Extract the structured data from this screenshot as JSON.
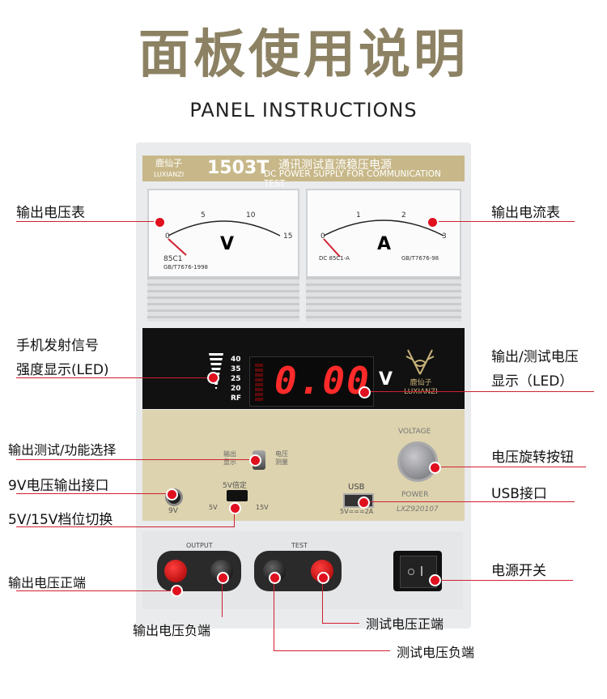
{
  "header": {
    "title_cn": "面板使用说明",
    "title_en": "PANEL INSTRUCTIONS"
  },
  "device": {
    "brand_cn": "鹿仙子",
    "brand_en": "LUXIANZI",
    "model": "1503T",
    "name_cn": "通讯测试直流稳压电源",
    "name_en": "DC POWER SUPPLY FOR COMMUNICATION TEST",
    "voltmeter": {
      "unit": "V",
      "scale": [
        "0",
        "5",
        "10",
        "15"
      ],
      "code": "85C1",
      "std": "GB/T7676-1998"
    },
    "ammeter": {
      "unit": "A",
      "scale": [
        "0",
        "1",
        "2",
        "3"
      ],
      "code": "DC 85C1-A",
      "std": "GB/T7676-98"
    },
    "display": {
      "value": "0.00",
      "unit": "V"
    },
    "signal_levels": [
      "40",
      "35",
      "25",
      "20",
      "RF"
    ],
    "logo_text": "鹿仙子\nLUXIANZI",
    "voltage_knob_label": "VOLTAGE",
    "power_label": "POWER",
    "usb_label": "USB",
    "usb_spec": "5V===2A",
    "serial": "LXZ920107",
    "output_label": "OUTPUT",
    "test_label": "TEST",
    "selector_left": "输出\n显示",
    "selector_right": "电压\n测量",
    "port_9v": "9V",
    "switch_5v": "5V倍定",
    "switch_left": "5V",
    "switch_right": "15V"
  },
  "labels": {
    "voltmeter": "输出电压表",
    "ammeter": "输出电流表",
    "signal_line1": "手机发射信号",
    "signal_line2": "强度显示(LED)",
    "display_line1": "输出/测试电压",
    "display_line2": "显示（LED）",
    "selector": "输出测试/功能选择",
    "knob": "电压旋转按钮",
    "port_9v": "9V电压输出接口",
    "usb": "USB接口",
    "switch_5v15v": "5V/15V档位切换",
    "out_pos": "输出电压正端",
    "power_switch": "电源开关",
    "out_neg": "输出电压负端",
    "test_pos": "测试电压正端",
    "test_neg": "测试电压负端"
  },
  "colors": {
    "accent": "#8c8263",
    "callout": "#e0101f",
    "panel_gold": "#ddd3ae"
  }
}
